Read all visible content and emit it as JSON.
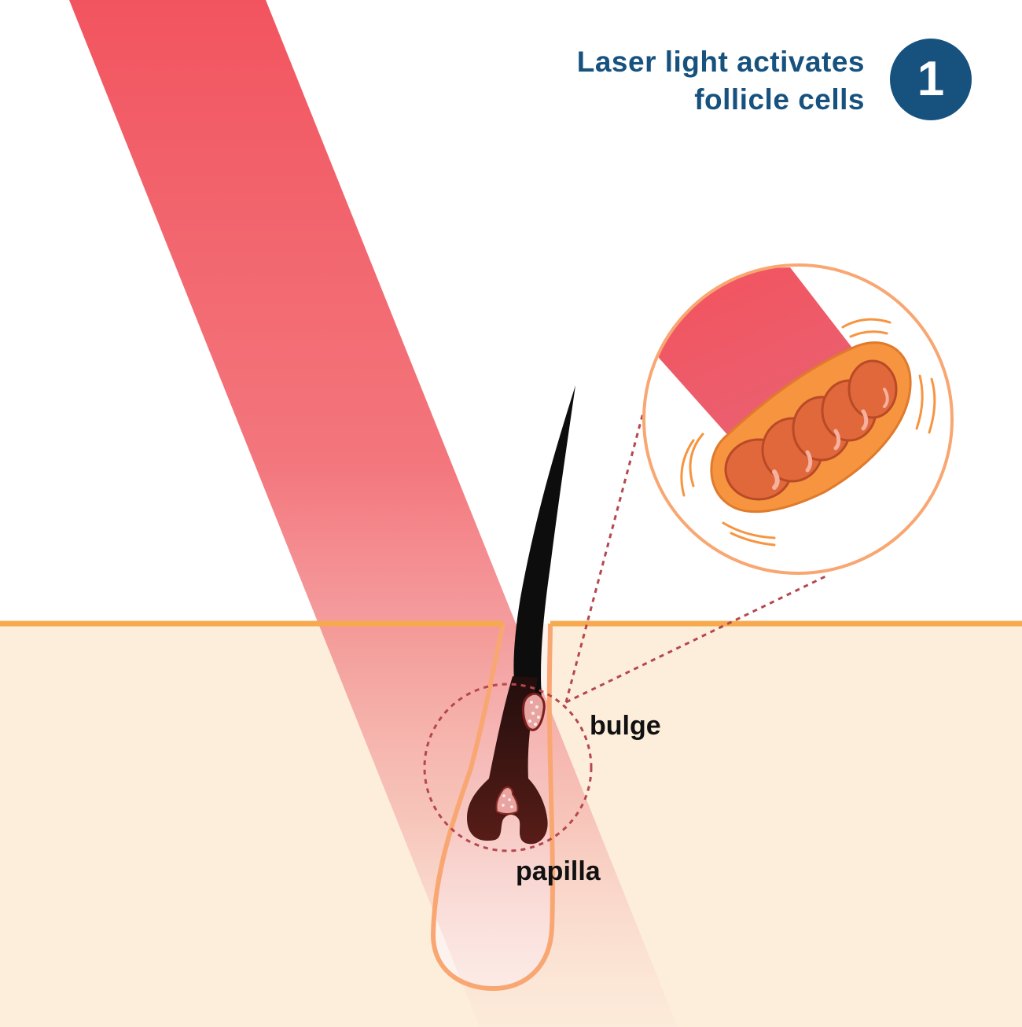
{
  "title": {
    "line1": "Laser light activates",
    "line2": "follicle cells"
  },
  "step_number": "1",
  "labels": {
    "bulge": "bulge",
    "papilla": "papilla"
  },
  "colors": {
    "title_blue": "#17527f",
    "laser_red": "#f2545f",
    "skin_fill": "#fdeedb",
    "skin_line": "#f6a94f",
    "follicle_outline": "#f9a772",
    "hair": "#0d0d0d",
    "hair_root": "#4a1813",
    "mitochondrion_outer": "#f7943f",
    "mitochondrion_inner": "#e1683a",
    "callout_dots": "#b5474f"
  },
  "icons": {
    "hair_follicle": "hair-follicle-icon",
    "mitochondrion": "mitochondrion-icon",
    "laser_beam": "laser-beam-icon"
  }
}
